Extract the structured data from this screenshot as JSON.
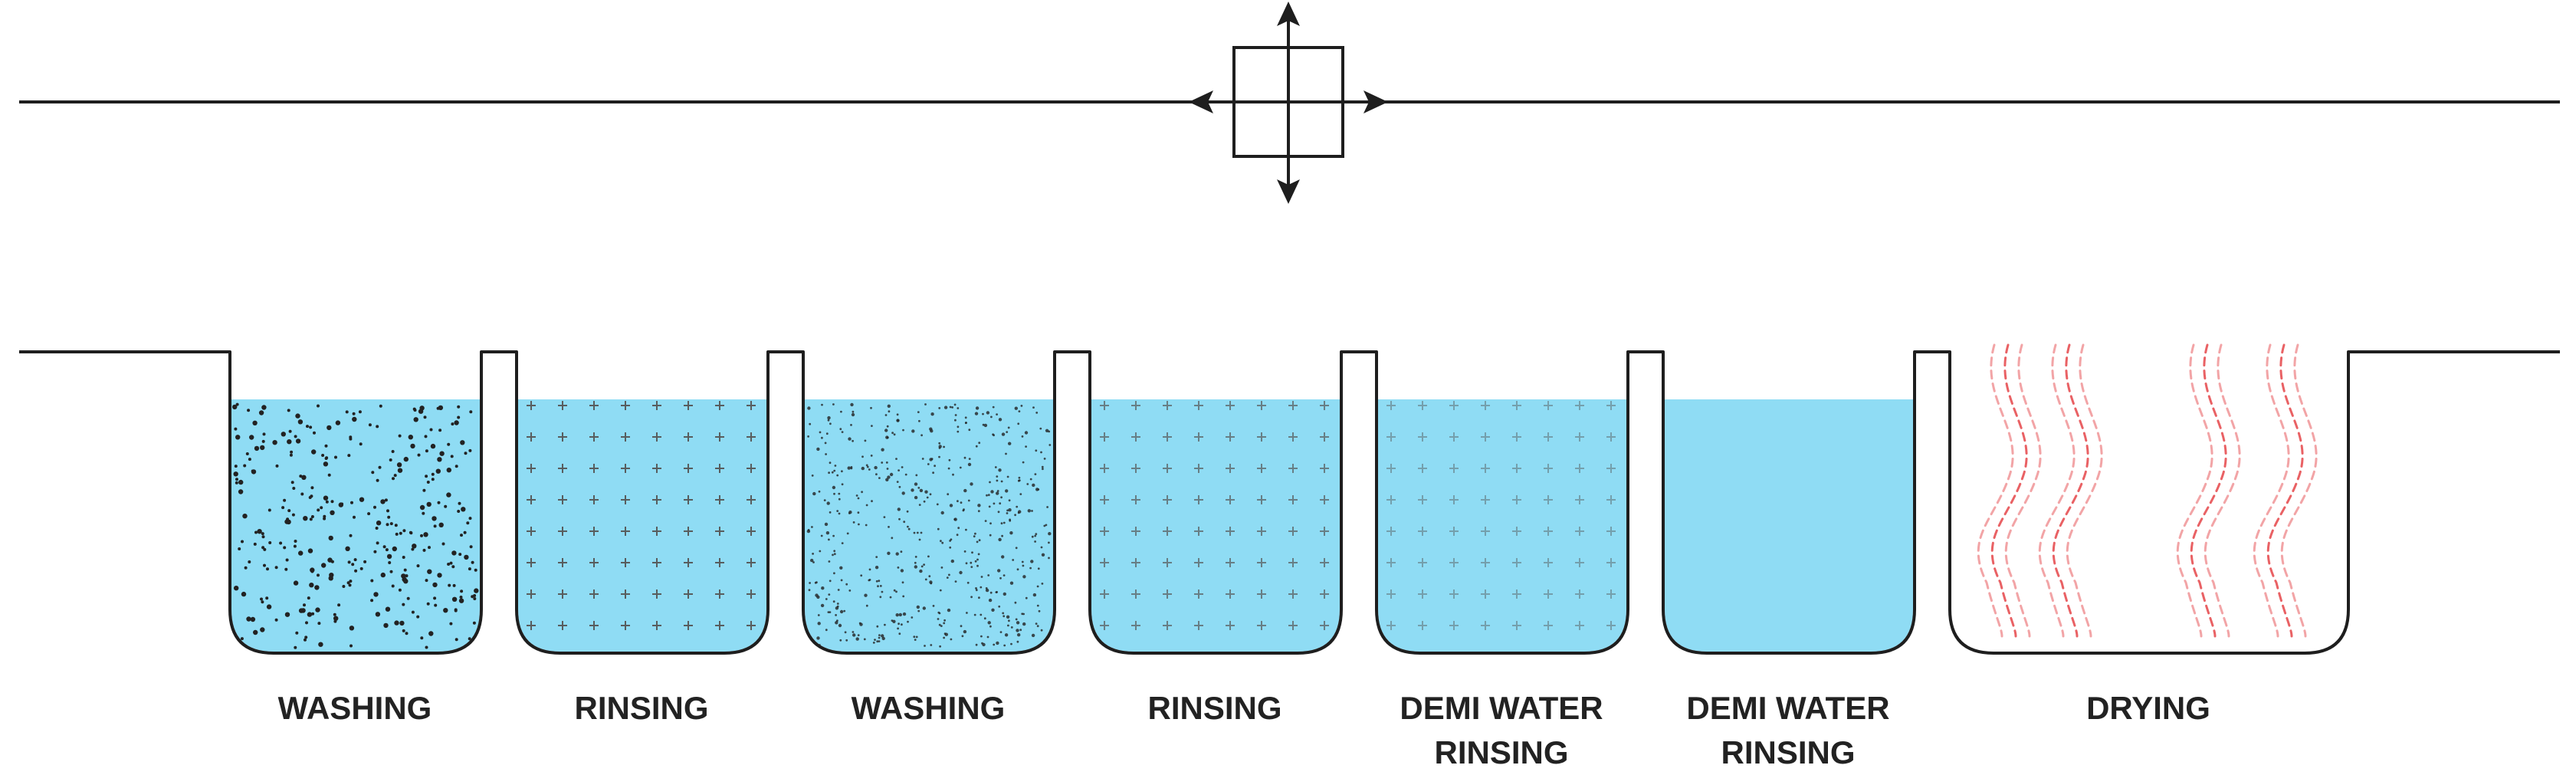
{
  "colors": {
    "line": "#1e1e1e",
    "water": "#8fdcf4",
    "dots": "#222222",
    "cross": "#555555",
    "heat": "#e8595c"
  },
  "manipulator": {
    "icon": "four-way-arrow-move-icon"
  },
  "tanks": [
    {
      "id": "washing-1",
      "label": [
        "WASHING"
      ],
      "fill": "water",
      "texture": "dots-large"
    },
    {
      "id": "rinsing-1",
      "label": [
        "RINSING"
      ],
      "fill": "water",
      "texture": "crosses-dark"
    },
    {
      "id": "washing-2",
      "label": [
        "WASHING"
      ],
      "fill": "water",
      "texture": "dots-small"
    },
    {
      "id": "rinsing-2",
      "label": [
        "RINSING"
      ],
      "fill": "water",
      "texture": "crosses-medium"
    },
    {
      "id": "demi-rinsing-1",
      "label": [
        "DEMI WATER",
        "RINSING"
      ],
      "fill": "water",
      "texture": "crosses-light"
    },
    {
      "id": "demi-rinsing-2",
      "label": [
        "DEMI WATER",
        "RINSING"
      ],
      "fill": "water",
      "texture": "none"
    },
    {
      "id": "drying",
      "label": [
        "DRYING"
      ],
      "fill": "none",
      "texture": "heat-waves"
    }
  ]
}
